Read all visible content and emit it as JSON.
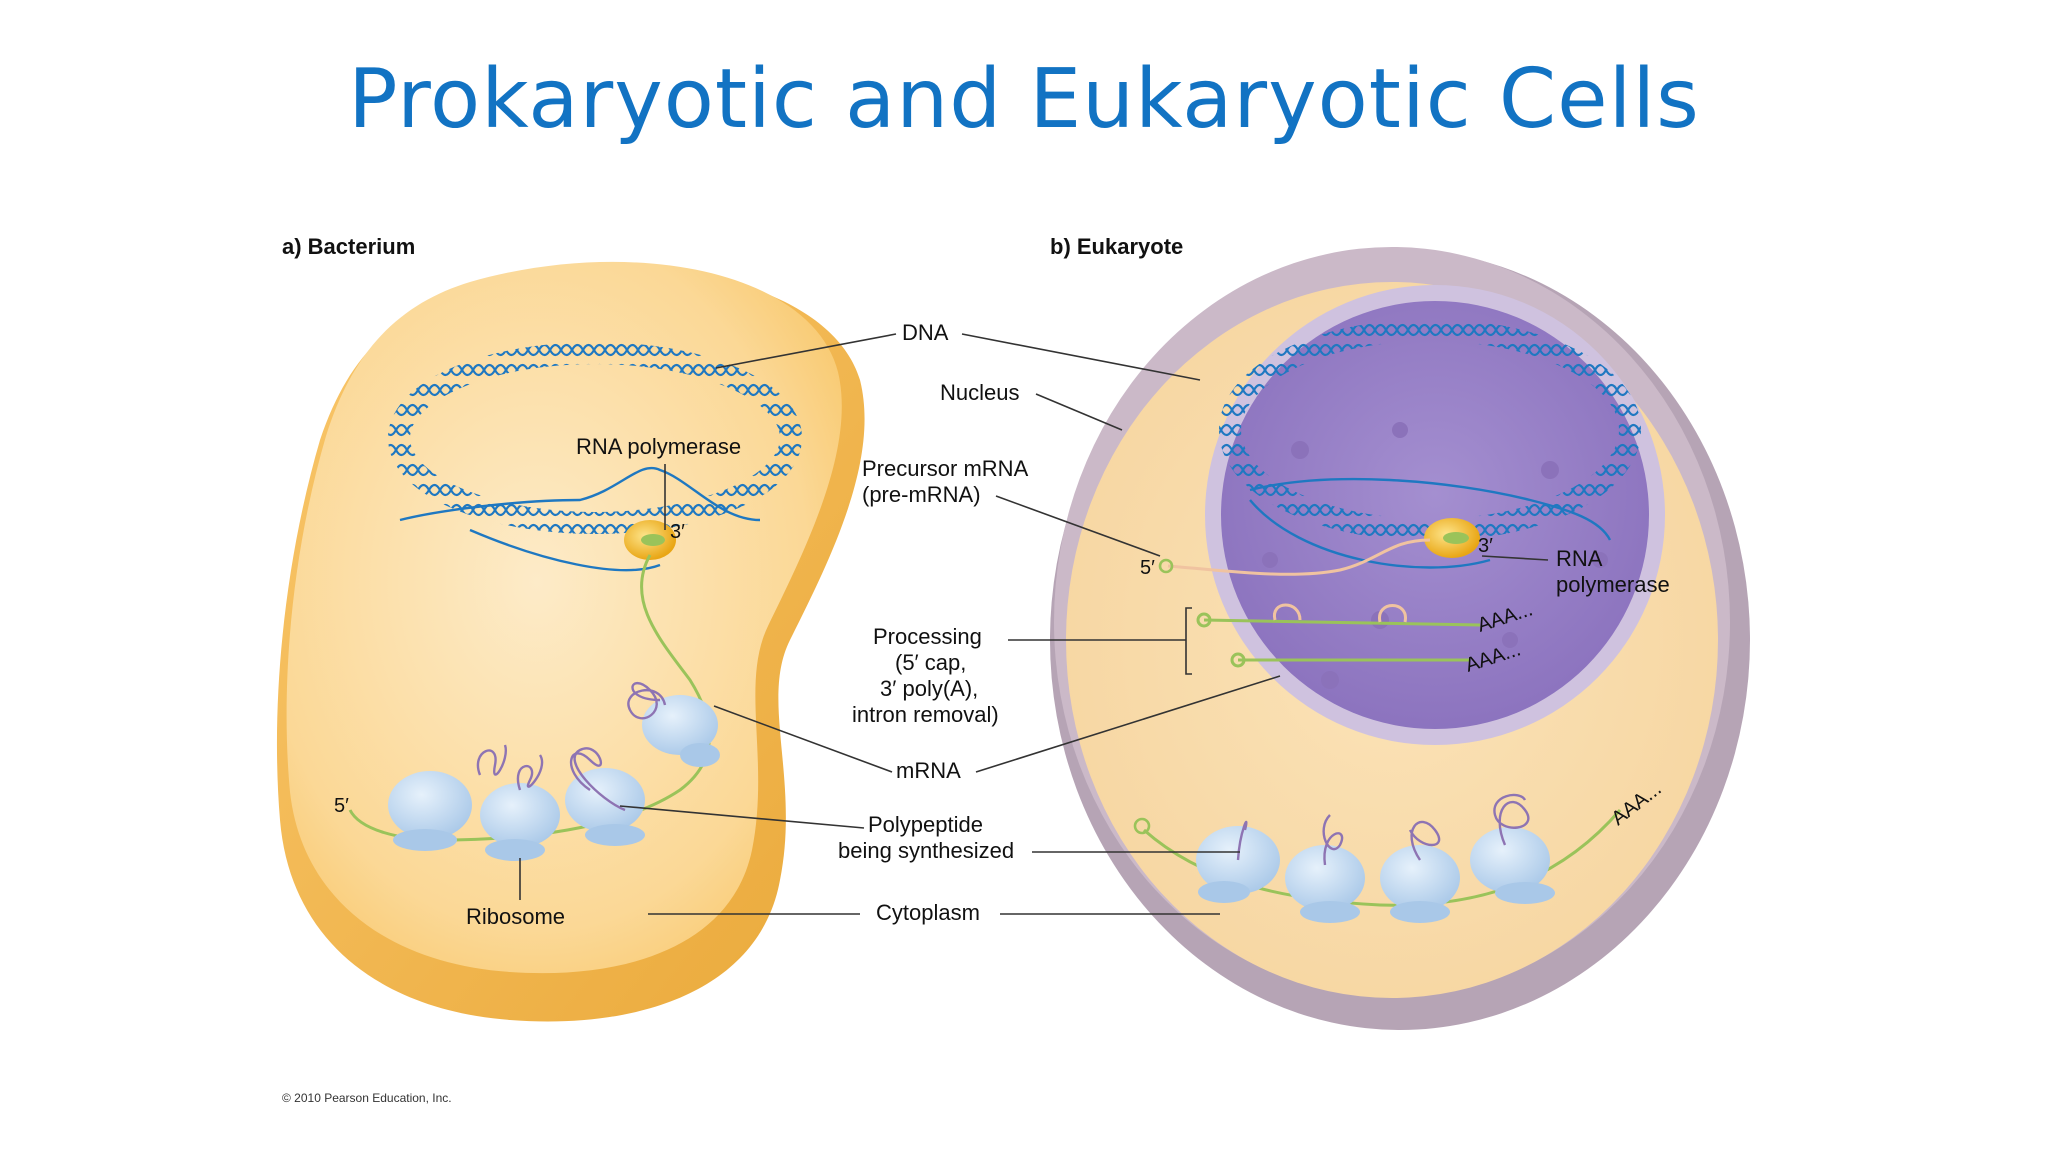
{
  "title": "Prokaryotic and Eukaryotic Cells",
  "panels": {
    "bacterium": "a) Bacterium",
    "eukaryote": "b) Eukaryote"
  },
  "labels": {
    "dna": "DNA",
    "nucleus": "Nucleus",
    "rna_polymerase_left": "RNA polymerase",
    "precursor_mrna_1": "Precursor mRNA",
    "precursor_mrna_2": "(pre-mRNA)",
    "rna_polymerase_right_1": "RNA",
    "rna_polymerase_right_2": "polymerase",
    "processing_1": "Processing",
    "processing_2": "(5′ cap,",
    "processing_3": "3′ poly(A),",
    "processing_4": "intron removal)",
    "mrna": "mRNA",
    "polypeptide_1": "Polypeptide",
    "polypeptide_2": "being synthesized",
    "ribosome": "Ribosome",
    "cytoplasm": "Cytoplasm",
    "three_prime_left": "3′",
    "three_prime_right": "3′",
    "five_prime_left": "5′",
    "five_prime_right": "5′",
    "poly_a_1": "AAA...",
    "poly_a_2": "AAA...",
    "poly_a_3": "AAA..."
  },
  "copyright": "© 2010 Pearson Education, Inc.",
  "colors": {
    "title": "#1273c3",
    "bacterium_cell": "#fbd58a",
    "eukaryote_membrane": "#c9b7c7",
    "nucleus": "#9b84c6",
    "dna": "#1f78c1",
    "mrna": "#9ac35a",
    "ribosome": "#bcd7f0",
    "polypeptide": "#8e74b3",
    "rna_polymerase": "#f2b51e"
  }
}
